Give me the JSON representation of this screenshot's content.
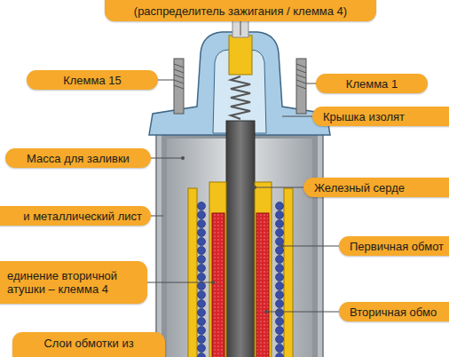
{
  "diagram": {
    "nodes": [
      {
        "text": [
          "(распределитель зажигания / клемма 4)"
        ]
      },
      {
        "text": [
          "Клемма 15"
        ]
      },
      {
        "text": [
          "Клемма 1"
        ]
      },
      {
        "text": [
          "Крышка изолят"
        ]
      },
      {
        "text": [
          "Масса для заливки"
        ]
      },
      {
        "text": [
          "Железный серде"
        ]
      },
      {
        "text": [
          "и металлический лист"
        ]
      },
      {
        "text": [
          "Первичная обмот"
        ]
      },
      {
        "text": [
          "единение вторичной атушки – клемма 4"
        ]
      },
      {
        "text": [
          "Вторичная обмо"
        ]
      },
      {
        "text": [
          "Слои обмотки из"
        ]
      }
    ]
  }
}
